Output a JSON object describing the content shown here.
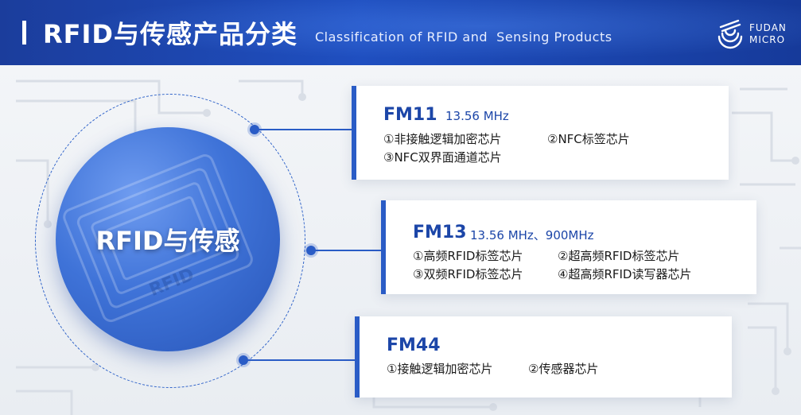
{
  "header": {
    "title": "RFID与传感产品分类",
    "subtitle": "Classification of RFID and  Sensing Products",
    "logo_line1": "FUDAN",
    "logo_line2": "MICRO"
  },
  "hub": {
    "title": "RFID与传感",
    "chip_text": "RFID"
  },
  "cards": [
    {
      "model": "FM11",
      "freq": "13.56 MHz",
      "items": [
        "①非接触逻辑加密芯片",
        "②NFC标签芯片",
        "③NFC双界面通道芯片"
      ]
    },
    {
      "model": "FM13",
      "freq": "13.56 MHz、900MHz",
      "items": [
        "①高频RFID标签芯片",
        "②超高频RFID标签芯片",
        "③双频RFID标签芯片",
        "④超高频RFID读写器芯片"
      ]
    },
    {
      "model": "FM44",
      "freq": "",
      "items": [
        "①接触逻辑加密芯片",
        "②传感器芯片"
      ]
    }
  ],
  "colors": {
    "brand_blue": "#2a5cc6",
    "header_blue": "#1f4fc0",
    "model_text": "#1c46a8"
  },
  "icons": {
    "logo": "fudan-micro-logo-icon"
  }
}
